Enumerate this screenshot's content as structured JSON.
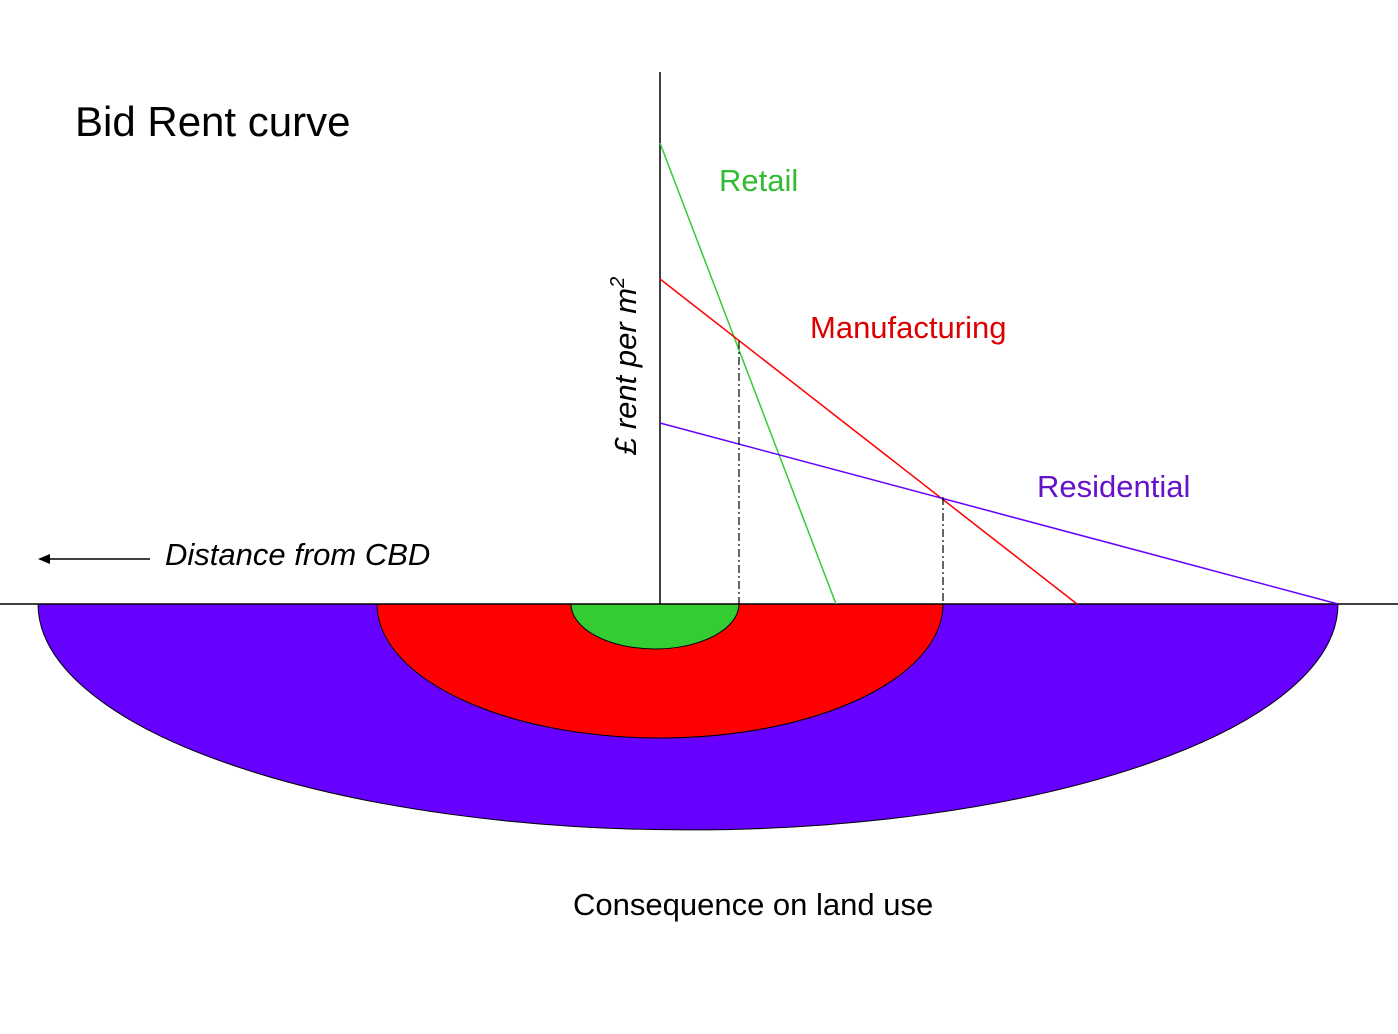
{
  "title": "Bid Rent curve",
  "y_axis_label": "£ rent per m",
  "y_axis_superscript": "2",
  "x_axis_label": "Distance from CBD",
  "caption": "Consequence on land use",
  "colors": {
    "retail": "#33cc33",
    "manufacturing": "#ff0000",
    "residential": "#6600ff",
    "axis": "#000000"
  },
  "curves": [
    {
      "key": "retail",
      "label": "Retail",
      "label_color": "#33bb33"
    },
    {
      "key": "manufacturing",
      "label": "Manufacturing",
      "label_color": "#dd0000"
    },
    {
      "key": "residential",
      "label": "Residential",
      "label_color": "#6611cc"
    }
  ],
  "zones": [
    {
      "key": "residential",
      "fill": "#6600ff"
    },
    {
      "key": "manufacturing",
      "fill": "#ff0000"
    },
    {
      "key": "retail",
      "fill": "#33cc33"
    }
  ]
}
